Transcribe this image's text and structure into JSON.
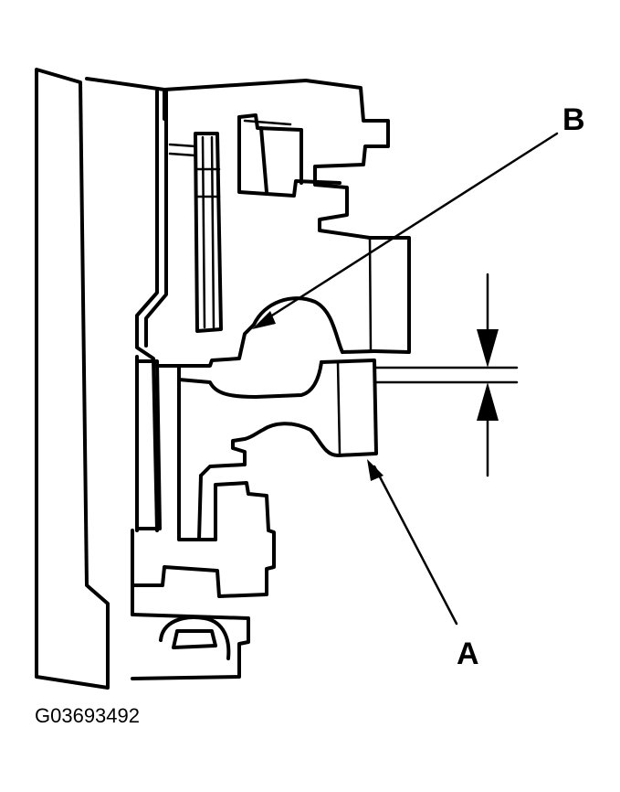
{
  "diagram": {
    "callouts": {
      "a": "A",
      "b": "B"
    },
    "figure_code": "G03693492"
  }
}
